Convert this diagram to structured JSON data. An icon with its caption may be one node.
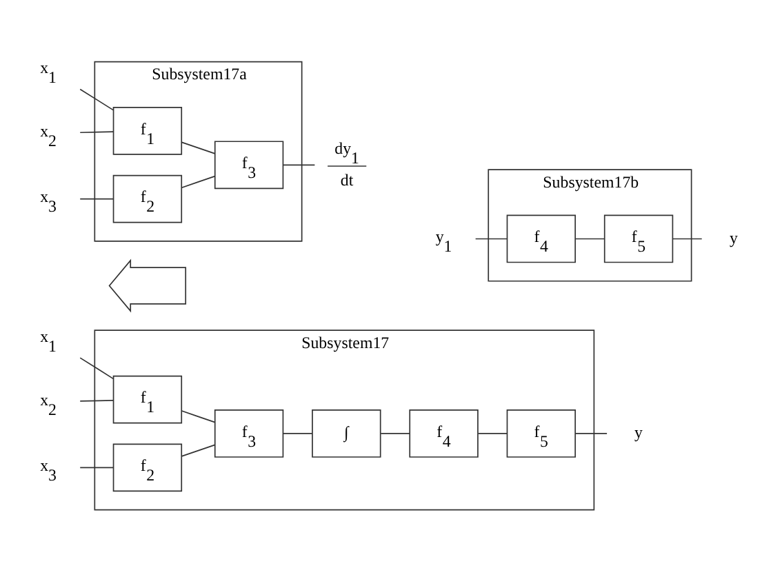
{
  "diagram": {
    "nodes": [
      {
        "text": [
          "Subsystem17"
        ]
      },
      {
        "text": [
          "x$_{1}$"
        ]
      },
      {
        "text": [
          "x$_{2}$"
        ]
      },
      {
        "text": [
          "x$_{3}$"
        ]
      },
      {
        "text": [
          "f$_{1}$"
        ],
        "in": 0
      },
      {
        "text": [
          "f$_{2}$"
        ],
        "in": 0
      },
      {
        "text": [
          "f$_{3}$"
        ],
        "in": 0
      },
      {
        "text": [
          "∫"
        ],
        "in": 0
      },
      {
        "text": [
          "f$_{4}$"
        ],
        "in": 0
      },
      {
        "text": [
          "f$_{5}$"
        ],
        "in": 0
      },
      {
        "text": [
          "y"
        ]
      },
      {
        "text": [],
        "shape": "arrow"
      },
      {
        "text": [
          "Subsystem17a"
        ]
      },
      {
        "text": [
          "x$_{1}$"
        ]
      },
      {
        "text": [
          "x$_{2}$"
        ]
      },
      {
        "text": [
          "x$_{3}$"
        ]
      },
      {
        "text": [
          "f$_{1}$"
        ],
        "in": 12
      },
      {
        "text": [
          "f$_{2}$"
        ],
        "in": 12
      },
      {
        "text": [
          "f$_{3}$"
        ],
        "in": 12
      },
      {
        "text": [
          "dy$_{1}$",
          "dt"
        ]
      },
      {
        "text": [
          "Subsystem17b"
        ]
      },
      {
        "text": [
          "y$_{1}$"
        ]
      },
      {
        "text": [
          "f$_{4}$"
        ],
        "in": 20
      },
      {
        "text": [
          "f$_{5}$"
        ],
        "in": 20
      },
      {
        "text": [
          "y"
        ]
      }
    ],
    "edges": [
      {
        "from": 1,
        "to": 4,
        "arrow": "none"
      },
      {
        "from": 2,
        "to": 4,
        "arrow": "none"
      },
      {
        "from": 3,
        "to": 5,
        "arrow": "none"
      },
      {
        "from": 4,
        "to": 6,
        "arrow": "none"
      },
      {
        "from": 5,
        "to": 6,
        "arrow": "none"
      },
      {
        "from": 6,
        "to": 7,
        "arrow": "none"
      },
      {
        "from": 7,
        "to": 8,
        "arrow": "none"
      },
      {
        "from": 8,
        "to": 9,
        "arrow": "none"
      },
      {
        "from": 9,
        "to": 10,
        "arrow": "none"
      },
      {
        "from": 13,
        "to": 16,
        "arrow": "none"
      },
      {
        "from": 14,
        "to": 16,
        "arrow": "none"
      },
      {
        "from": 15,
        "to": 17,
        "arrow": "none"
      },
      {
        "from": 16,
        "to": 18,
        "arrow": "none"
      },
      {
        "from": 17,
        "to": 18,
        "arrow": "none"
      },
      {
        "from": 18,
        "to": 19,
        "arrow": "none"
      },
      {
        "from": 21,
        "to": 22,
        "arrow": "none"
      },
      {
        "from": 22,
        "to": 23,
        "arrow": "none"
      },
      {
        "from": 23,
        "to": 24,
        "arrow": "none"
      }
    ]
  }
}
